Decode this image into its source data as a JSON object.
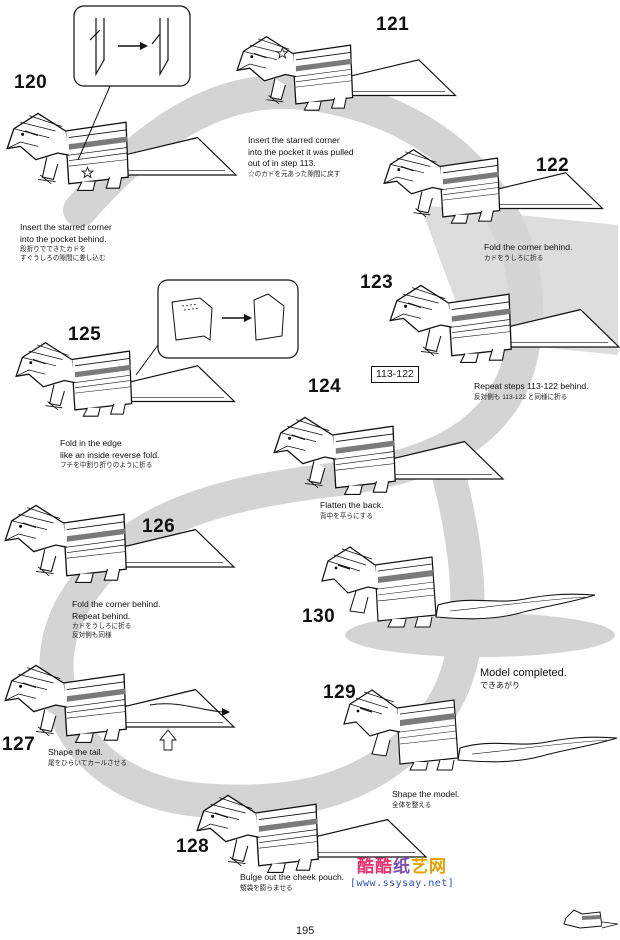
{
  "steps": {
    "s120": {
      "num": "120",
      "en": "Insert the starred corner\ninto the pocket behind.",
      "jp": "段折りでできたカドを\nすぐうしろの隙間に差し込む"
    },
    "s121": {
      "num": "121",
      "en": "Insert the starred corner\ninto the pocket it was pulled\nout of in step 113.",
      "jp": "☆のカドを元あった隙間に戻す"
    },
    "s122": {
      "num": "122",
      "en": "Fold the corner behind.",
      "jp": "カドをうしろに折る"
    },
    "s123": {
      "num": "123",
      "en": "Repeat steps 113-122 behind.",
      "jp": "反対側も 113-122 と同様に折る",
      "ref": "113-122"
    },
    "s124": {
      "num": "124",
      "en": "Flatten the back.",
      "jp": "背中を平らにする"
    },
    "s125": {
      "num": "125",
      "en": "Fold in the edge\nlike an inside reverse fold.",
      "jp": "フチを中割り折りのように折る"
    },
    "s126": {
      "num": "126",
      "en": "Fold the corner behind.\nRepeat behind.",
      "jp": "カドをうしろに折る\n反対側も同様"
    },
    "s127": {
      "num": "127",
      "en": "Shape the tail.",
      "jp": "尾をひらいてカールさせる"
    },
    "s128": {
      "num": "128",
      "en": "Bulge out the cheek pouch.",
      "jp": "頬袋を膨らませる"
    },
    "s129": {
      "num": "129",
      "en": "Shape the model.",
      "jp": "全体を整える"
    },
    "s130": {
      "num": "130",
      "en": "Model completed.",
      "jp": "できあがり"
    }
  },
  "page_number": "195",
  "watermark": {
    "part1": "酷酷",
    "part2": "纸",
    "part3": "艺网",
    "url": "[www.ssysay.net]"
  },
  "colors": {
    "path": "#d4d4d4",
    "line": "#111111",
    "stripe": "#7a7a7a",
    "wm_pink": "#e8336f",
    "wm_blue": "#2b4fb3"
  }
}
